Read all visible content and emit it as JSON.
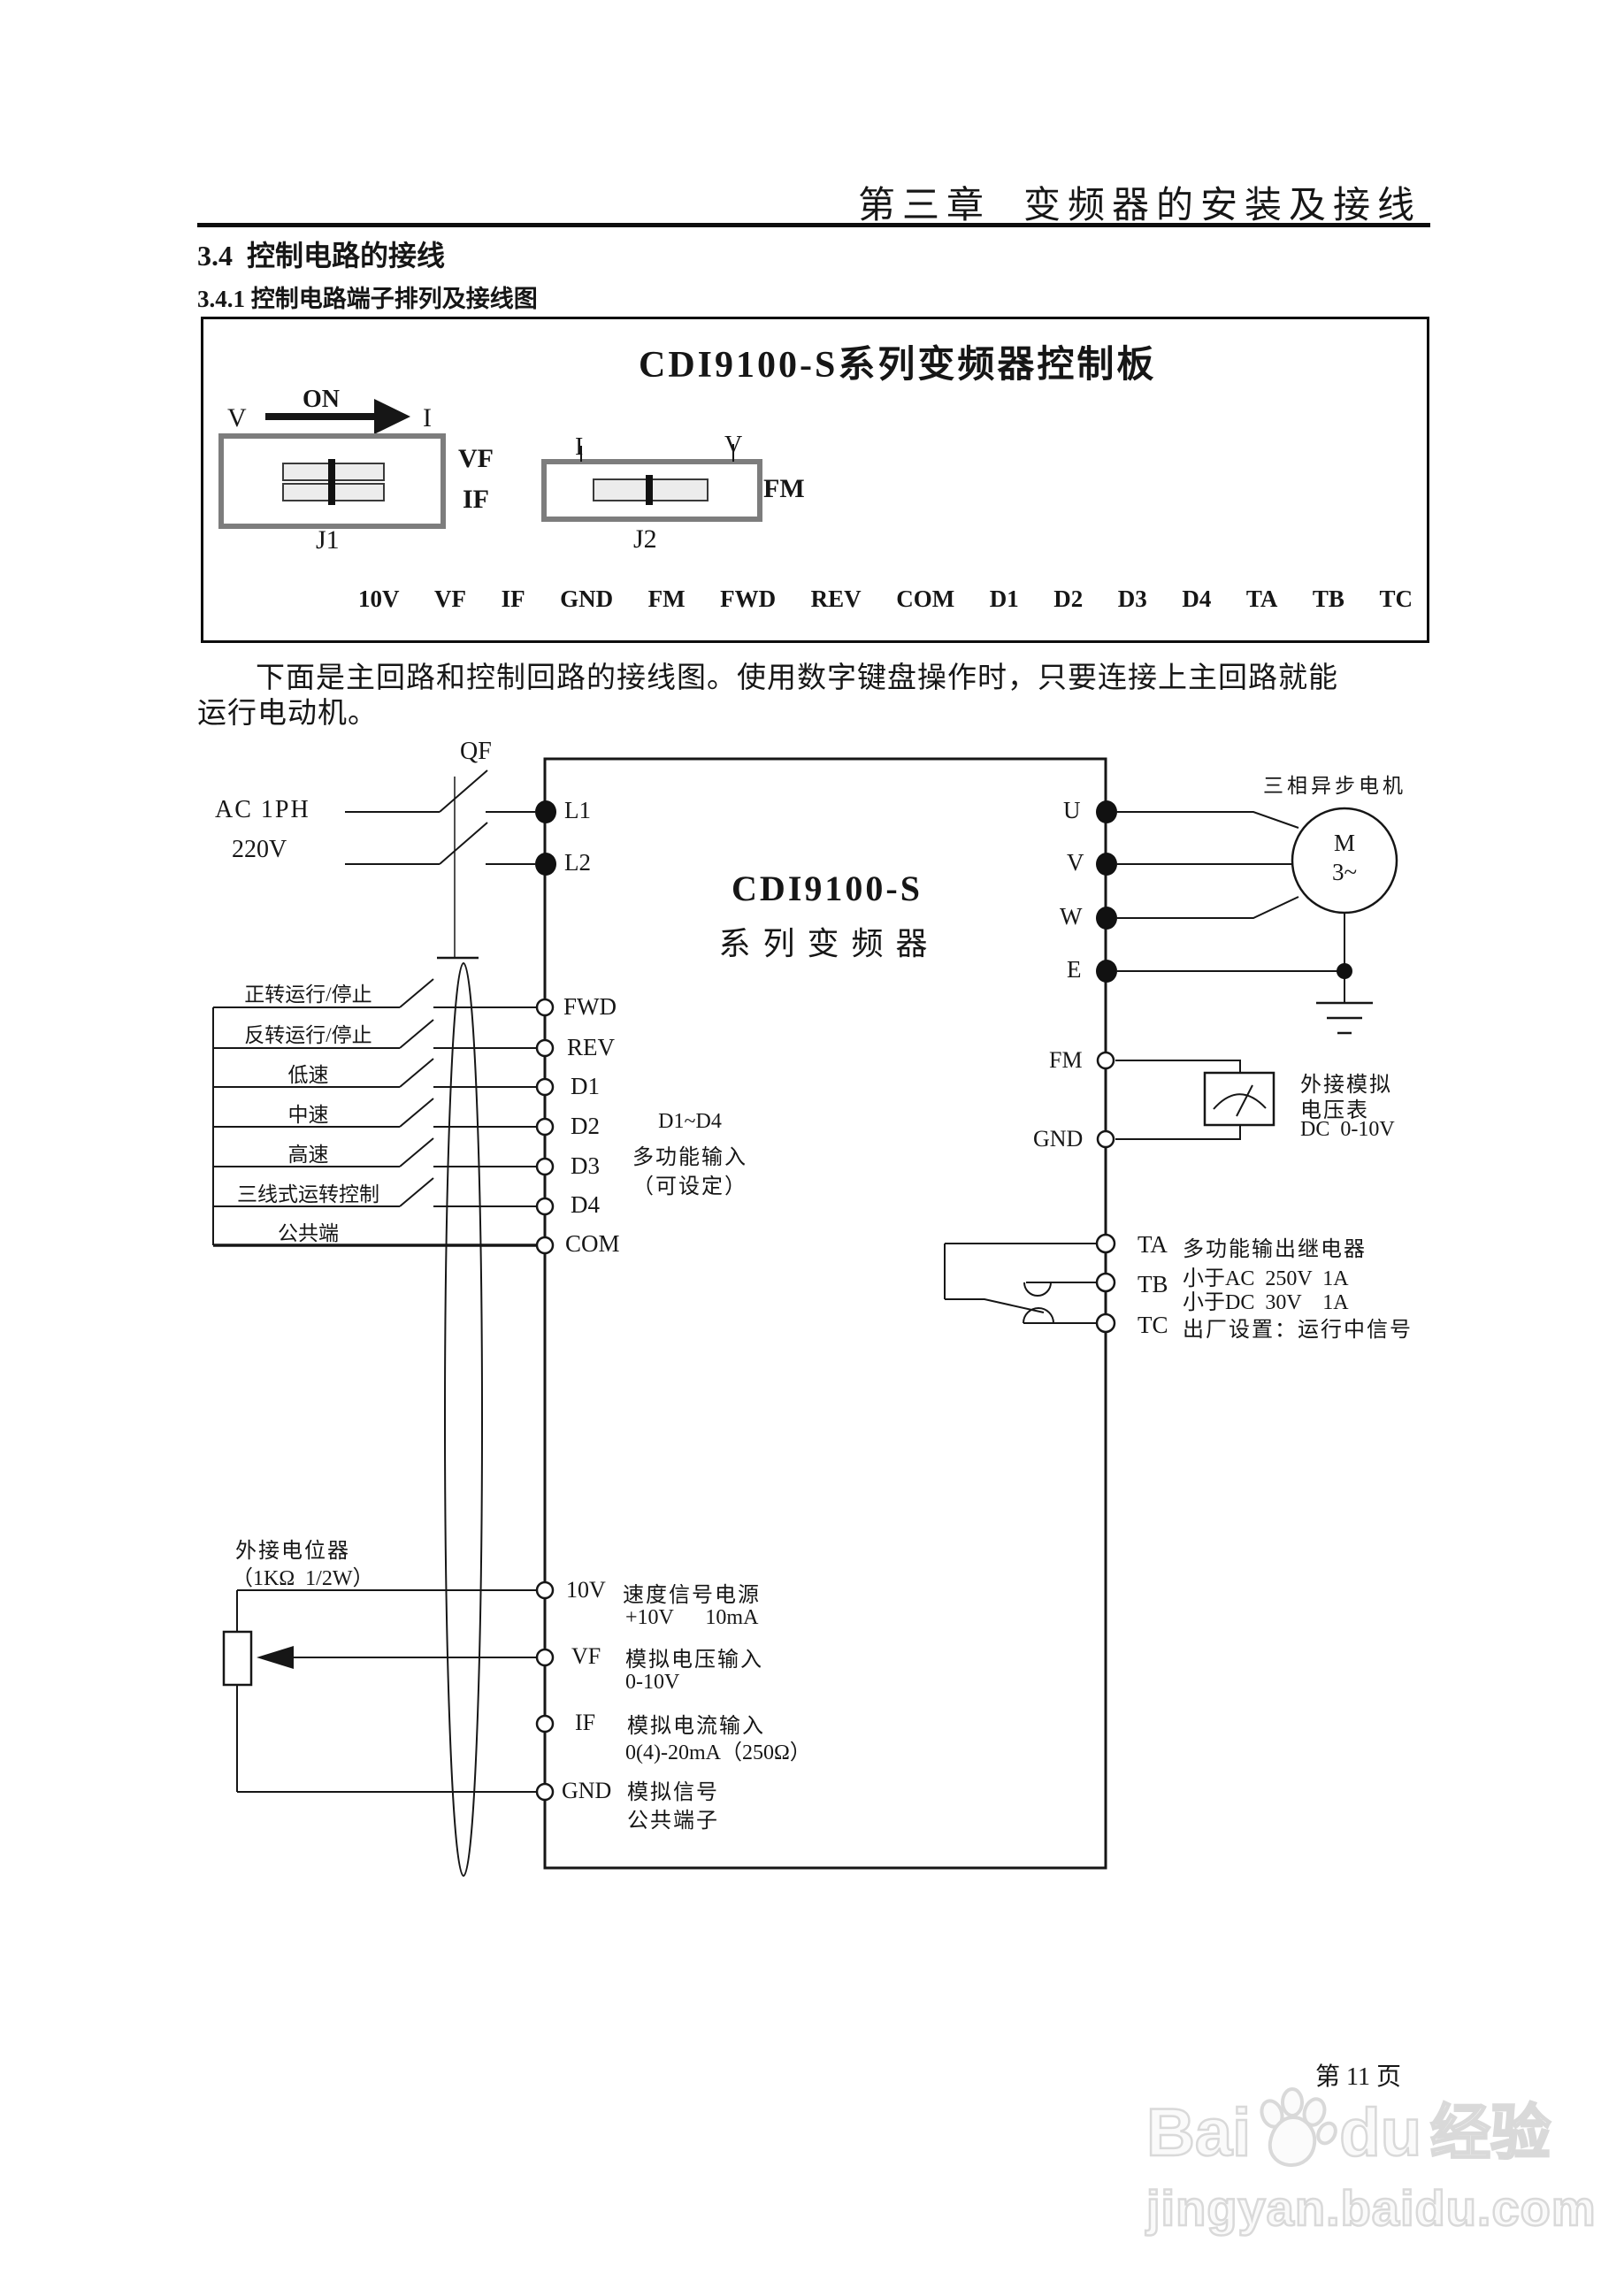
{
  "page": {
    "chapter_title": "第三章  变频器的安装及接线",
    "section_title": "3.4  控制电路的接线",
    "subsection_title": "3.4.1 控制电路端子排列及接线图",
    "intro_line1": "下面是主回路和控制回路的接线图。使用数字键盘操作时，只要连接上主回路就能",
    "intro_line2": "运行电动机。",
    "page_number": "第 11 页"
  },
  "board": {
    "title": "CDI9100-S系列变频器控制板",
    "on_label": "ON",
    "j1": {
      "left": "V",
      "right": "I",
      "opt_top": "VF",
      "opt_bottom": "IF",
      "name": "J1"
    },
    "j2": {
      "left": "I",
      "right": "V",
      "opt": "FM",
      "name": "J2"
    },
    "terminals": [
      "10V",
      "VF",
      "IF",
      "GND",
      "FM",
      "FWD",
      "REV",
      "COM",
      "D1",
      "D2",
      "D3",
      "D4",
      "TA",
      "TB",
      "TC"
    ]
  },
  "diagram": {
    "breaker_label": "QF",
    "supply_line1": "AC 1PH",
    "supply_line2": "220V",
    "l1": "L1",
    "l2": "L2",
    "inverter_line1": "CDI9100-S",
    "inverter_line2": "系列变频器",
    "u": "U",
    "v": "V",
    "w": "W",
    "e": "E",
    "motor_label": "三相异步电机",
    "motor_m": "M",
    "motor_phase": "3~",
    "digital_inputs": [
      {
        "label": "正转运行/停止",
        "terminal": "FWD"
      },
      {
        "label": "反转运行/停止",
        "terminal": "REV"
      },
      {
        "label": "低速",
        "terminal": "D1"
      },
      {
        "label": "中速",
        "terminal": "D2"
      },
      {
        "label": "高速",
        "terminal": "D3"
      },
      {
        "label": "三线式运转控制",
        "terminal": "D4"
      },
      {
        "label": "公共端",
        "terminal": "COM"
      }
    ],
    "multi_note1": "D1~D4",
    "multi_note2": "多功能输入",
    "multi_note3": "（可设定）",
    "fm": "FM",
    "gnd_out": "GND",
    "meter_note1": "外接模拟",
    "meter_note2": "电压表",
    "meter_note3": "DC  0-10V",
    "ta": "TA",
    "tb": "TB",
    "tc": "TC",
    "relay_note_ta": "多功能输出继电器",
    "relay_note_tb1": "小于AC  250V  1A",
    "relay_note_tb2": "小于DC  30V    1A",
    "relay_note_tc": "出厂设置：运行中信号",
    "pot_label1": "外接电位器",
    "pot_label2": "（1KΩ  1/2W）",
    "analog_inputs": [
      {
        "terminal": "10V",
        "desc1": "速度信号电源",
        "desc2": "+10V      10mA"
      },
      {
        "terminal": "VF",
        "desc1": "模拟电压输入",
        "desc2": "0-10V"
      },
      {
        "terminal": "IF",
        "desc1": "模拟电流输入",
        "desc2": "0(4)-20mA（250Ω）"
      },
      {
        "terminal": "GND",
        "desc1": "模拟信号",
        "desc2": "公共端子"
      }
    ]
  },
  "watermark": {
    "brand_left": "Bai",
    "brand_right": "du",
    "brand_suffix": "经验",
    "url": "jingyan.baidu.com"
  },
  "colors": {
    "ink": "#161616",
    "watermark_gray": "#d9d9d9",
    "switch_gray": "#7d7d7d"
  }
}
